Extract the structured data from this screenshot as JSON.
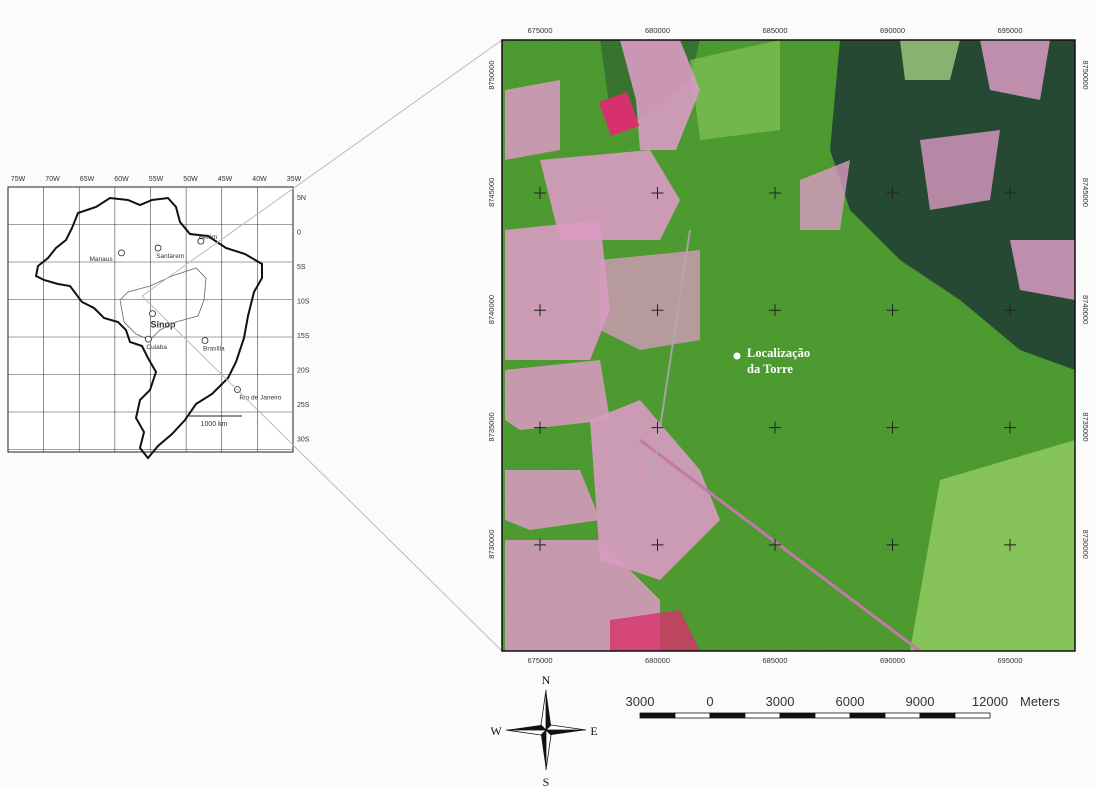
{
  "inset_map": {
    "lon_labels": [
      "75W",
      "70W",
      "65W",
      "60W",
      "55W",
      "50W",
      "45W",
      "40W",
      "35W"
    ],
    "lat_labels": [
      "5N",
      "0",
      "5S",
      "10S",
      "15S",
      "20S",
      "25S",
      "30S"
    ],
    "cities": [
      {
        "name": "Manaus",
        "lon": -60.0,
        "lat": -3.1,
        "bold": false
      },
      {
        "name": "Santarem",
        "lon": -54.7,
        "lat": -2.4,
        "bold": false
      },
      {
        "name": "Belém",
        "lon": -48.5,
        "lat": -1.4,
        "bold": false
      },
      {
        "name": "Sinop",
        "lon": -55.5,
        "lat": -11.9,
        "bold": true
      },
      {
        "name": "Cuiaba",
        "lon": -56.1,
        "lat": -15.6,
        "bold": false
      },
      {
        "name": "Brasília",
        "lon": -47.9,
        "lat": -15.8,
        "bold": false
      },
      {
        "name": "Rio de Janeiro",
        "lon": -43.2,
        "lat": -22.9,
        "bold": false
      }
    ],
    "scale_label": "1000 km"
  },
  "image_map": {
    "x_ticks": [
      "675000",
      "680000",
      "685000",
      "690000",
      "695000"
    ],
    "y_ticks": [
      "8750000",
      "8745000",
      "8740000",
      "8735000",
      "8730000"
    ],
    "tower_label_line1": "Localização",
    "tower_label_line2": "da Torre"
  },
  "compass": {
    "n": "N",
    "s": "S",
    "e": "E",
    "w": "W"
  },
  "scale_bar": {
    "labels": [
      "3000",
      "0",
      "3000",
      "6000",
      "9000",
      "12000"
    ],
    "unit": "Meters"
  },
  "colors": {
    "forest": "#3f8f2a",
    "pasture": "#d79ac0",
    "dense_forest": "#1e3a32"
  }
}
